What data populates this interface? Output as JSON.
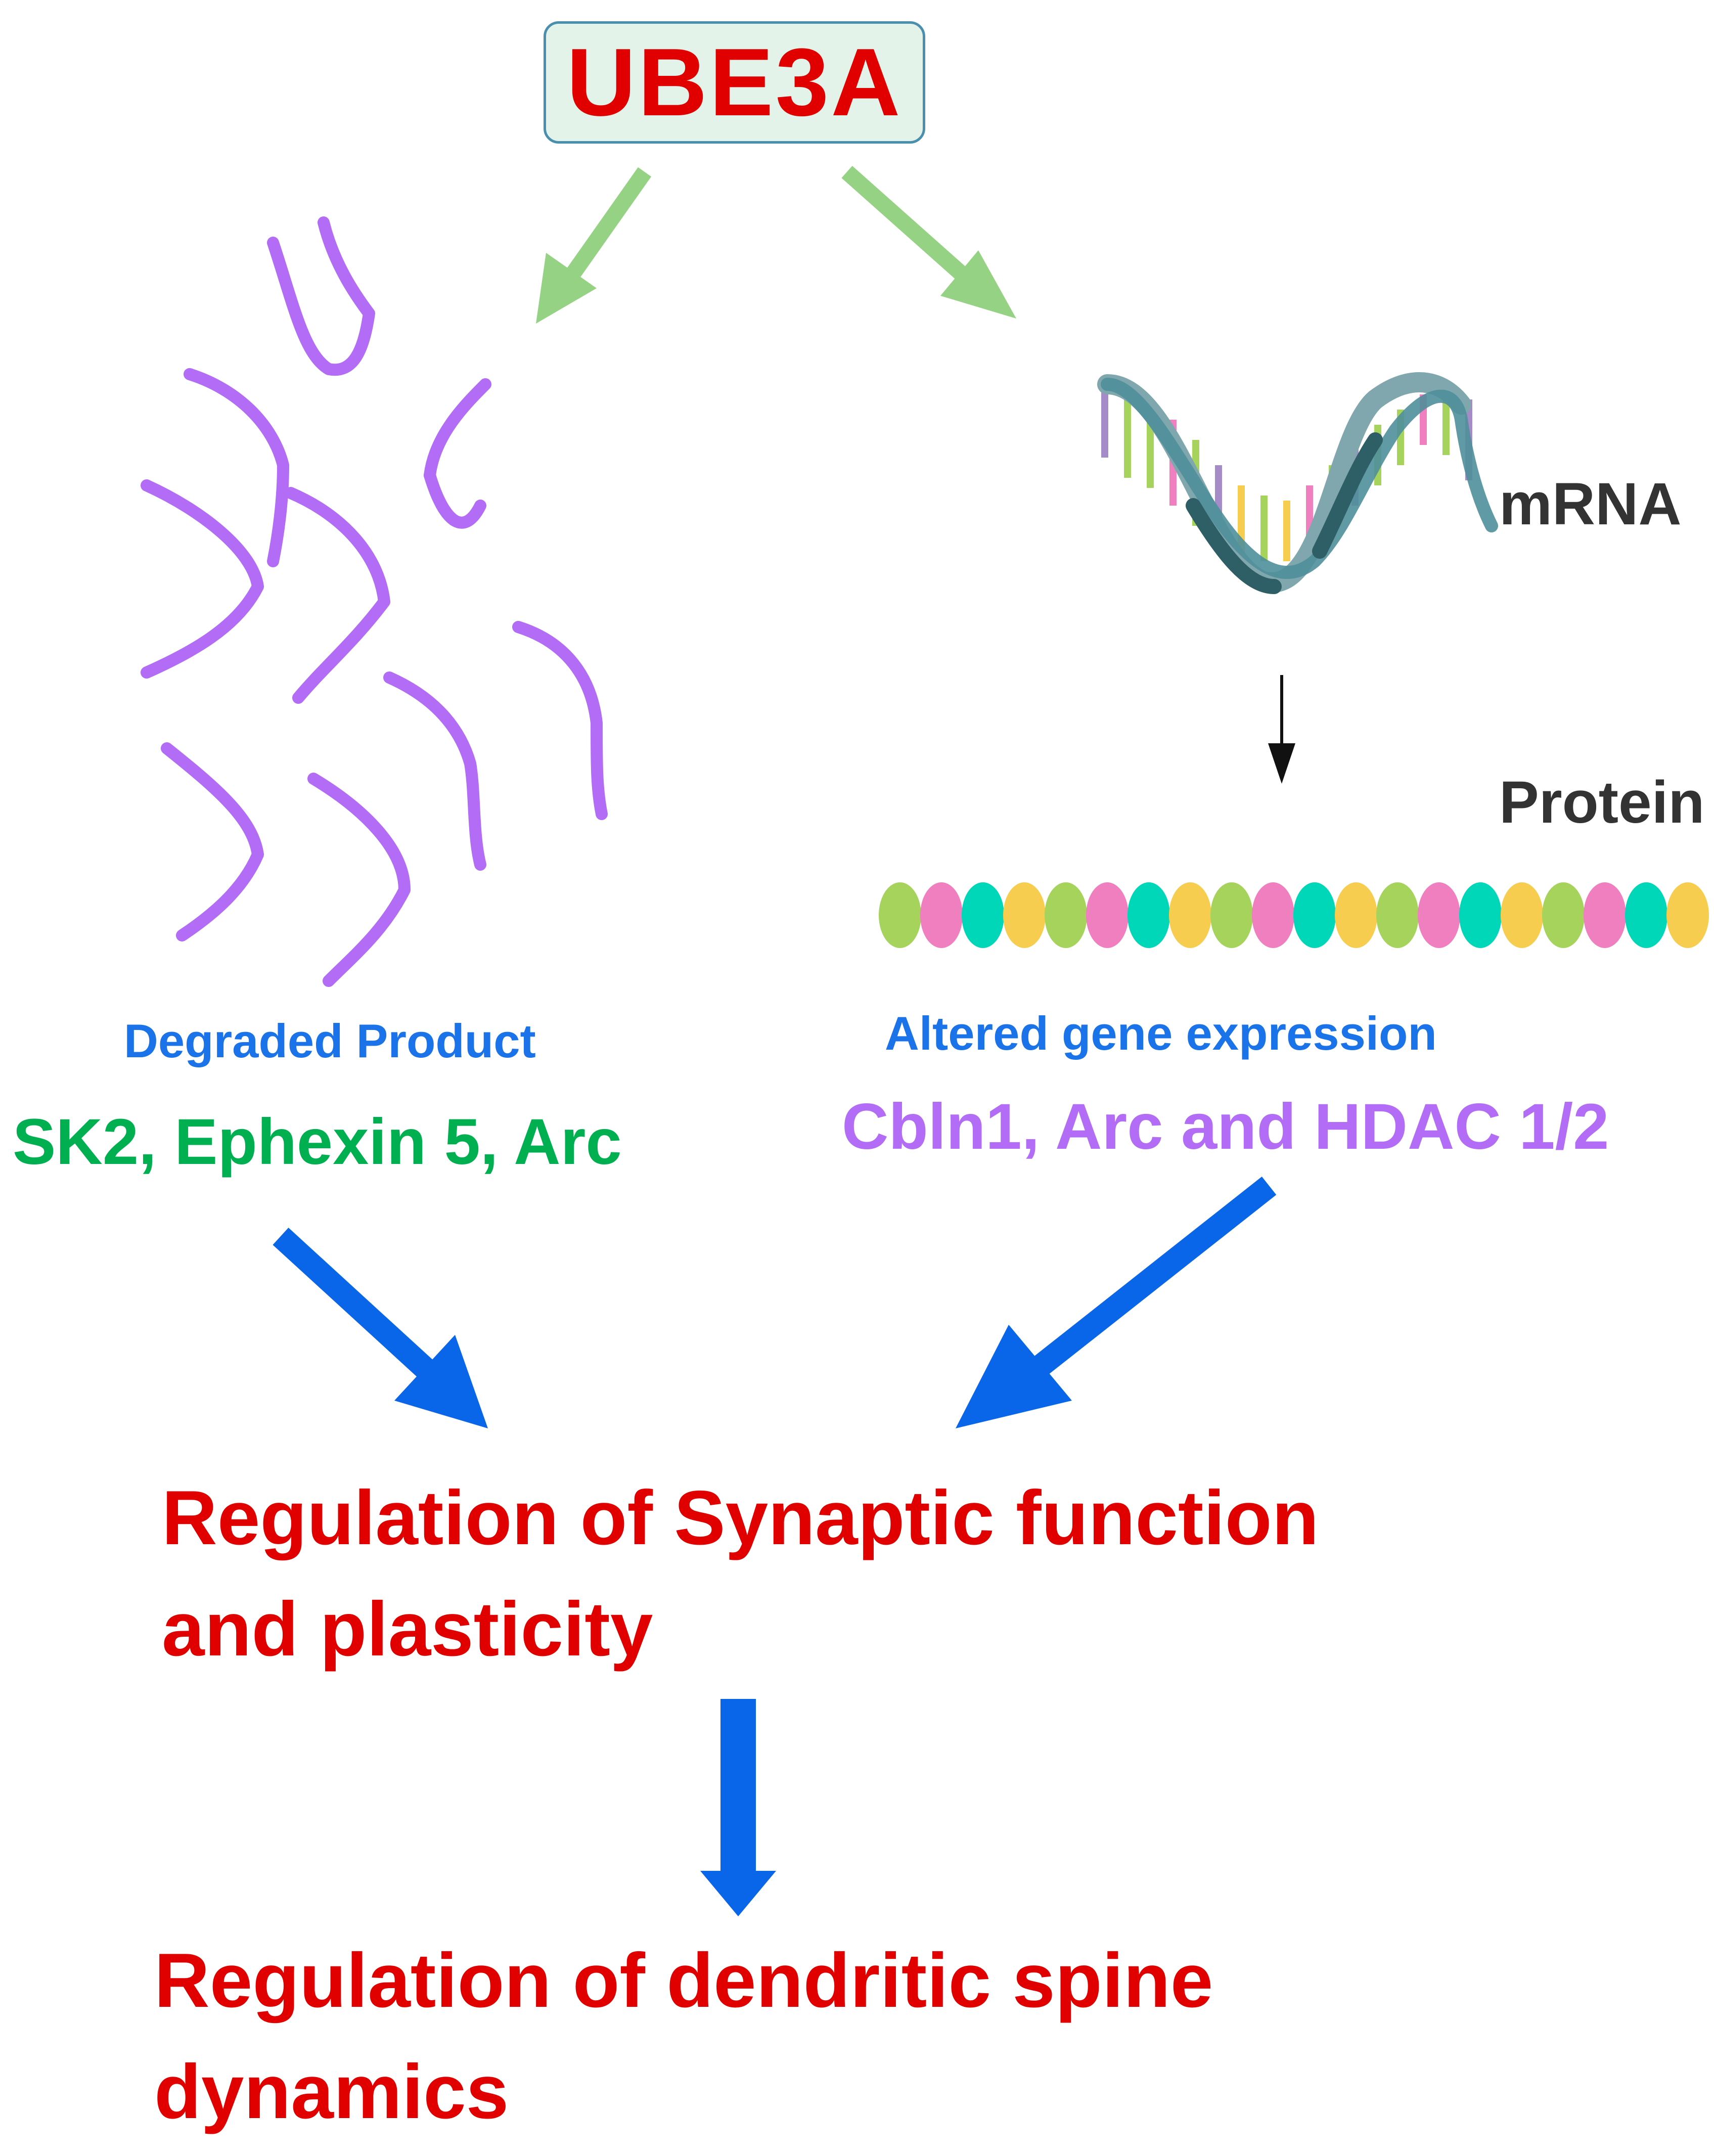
{
  "top_node": {
    "label": "UBE3A"
  },
  "left_branch": {
    "caption": "Degraded Product",
    "proteins": "SK2, Ephexin 5, Arc"
  },
  "right_branch": {
    "mrna_label": "mRNA",
    "protein_label": "Protein",
    "caption": "Altered gene expression",
    "proteins": "Cbln1, Arc and HDAC 1/2"
  },
  "outcome_1": {
    "line1": "Regulation of Synaptic function",
    "line2": "and plasticity"
  },
  "outcome_2": {
    "line1": "Regulation of dendritic spine",
    "line2": "dynamics"
  },
  "colors": {
    "title_red": "#e00000",
    "green_arrow": "#96d284",
    "blue_arrow": "#0a66e8",
    "caption_blue": "#1a73e8",
    "left_proteins_green": "#00b050",
    "right_proteins_purple": "#b26cf5",
    "fragment_purple": "#b26cf5"
  },
  "icons": [
    "green-arrow-icon",
    "blue-arrow-icon",
    "dna-helix-icon",
    "protein-bead-chain-icon",
    "peptide-fragment-icon"
  ]
}
